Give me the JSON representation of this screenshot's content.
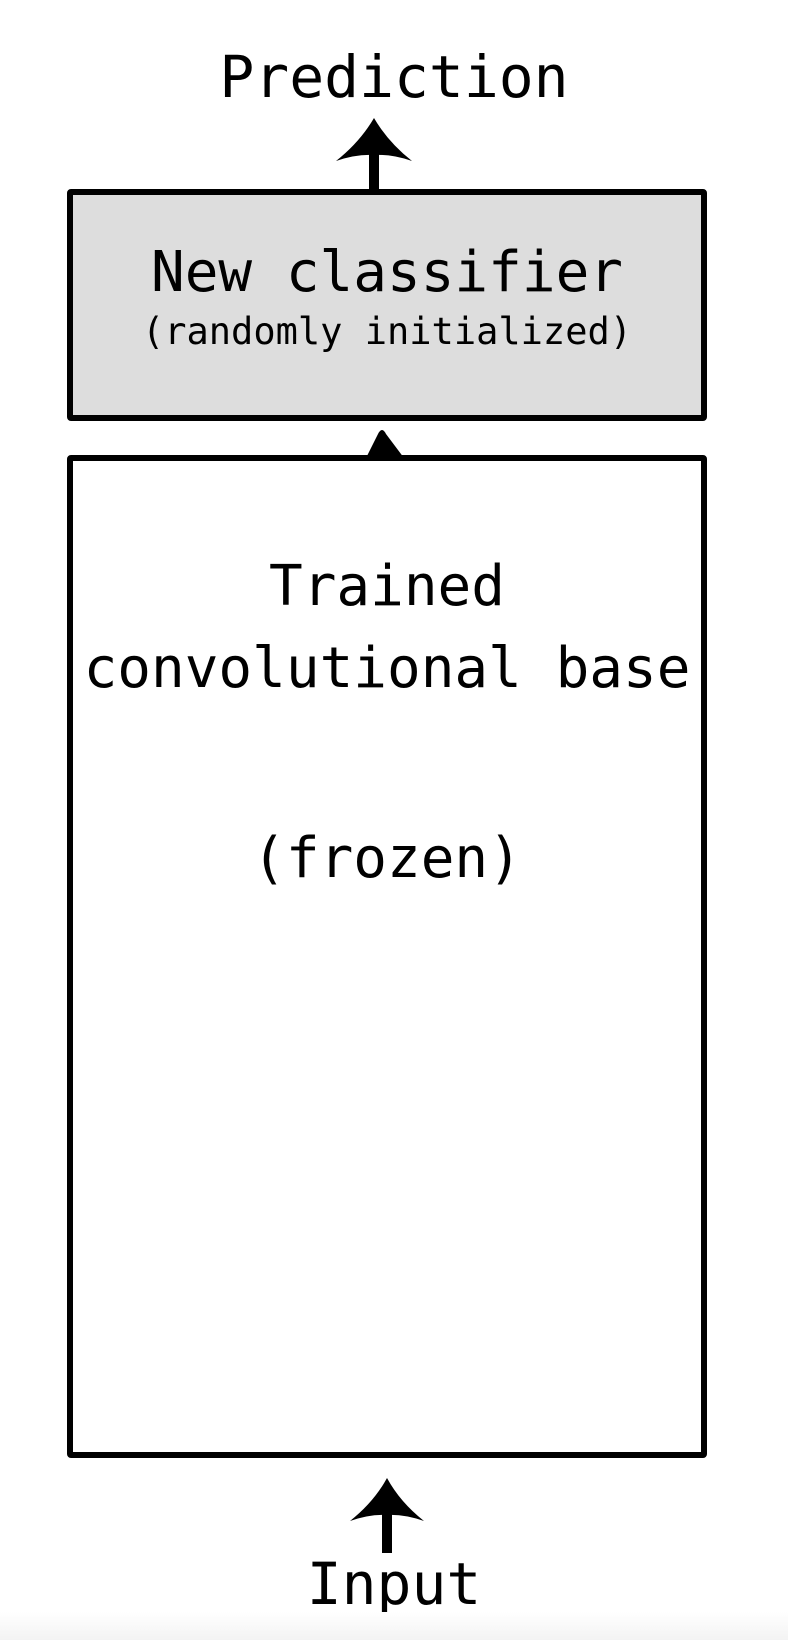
{
  "output": {
    "label": "Prediction"
  },
  "classifier": {
    "title": "New classifier",
    "subtitle": "(randomly initialized)",
    "fill_color": "#dddddd"
  },
  "conv_base": {
    "title": "Trained convolutional base",
    "status": "(frozen)",
    "fill_color": "#ffffff"
  },
  "input": {
    "label": "Input"
  },
  "icons": {
    "output_arrow": "arrow-up-icon",
    "connector_arrow": "arrow-head-icon",
    "input_arrow": "arrow-up-icon"
  }
}
